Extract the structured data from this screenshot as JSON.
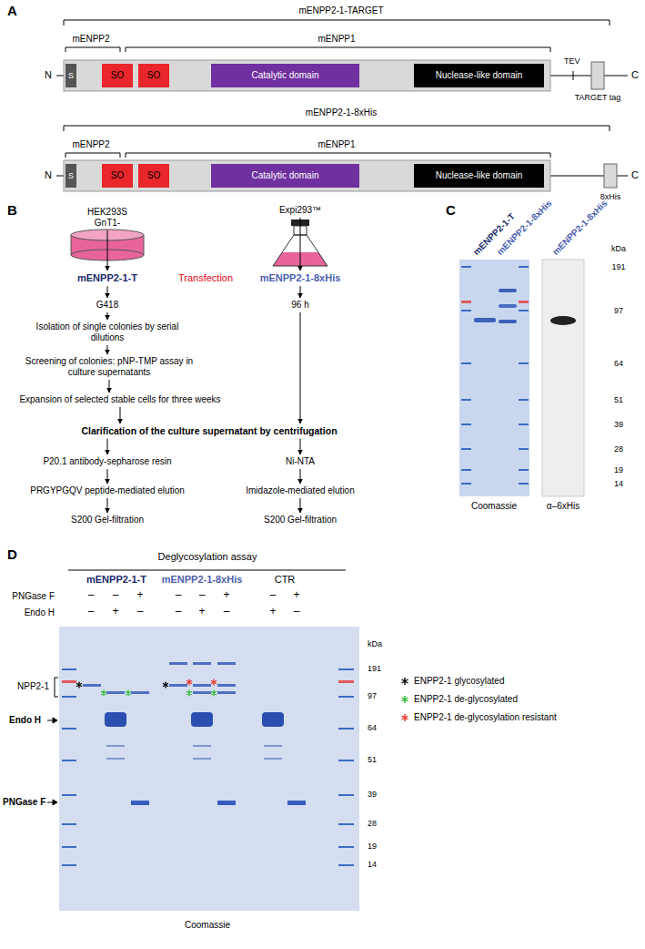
{
  "diagram": {
    "nodes": [
      {
        "text": [
          "S"
        ]
      },
      {
        "text": [
          "SO"
        ]
      },
      {
        "text": [
          "SO"
        ]
      },
      {
        "text": [
          "Catalytic domain"
        ]
      },
      {
        "text": [
          "Nuclease-like domain"
        ]
      },
      {
        "text": [
          "S"
        ]
      },
      {
        "text": [
          "SO"
        ]
      },
      {
        "text": [
          "SO"
        ]
      },
      {
        "text": [
          "Catalytic domain"
        ]
      },
      {
        "text": [
          "Nuclease-like domain"
        ]
      },
      {
        "text": [
          "HEK293S GnT1-"
        ]
      },
      {
        "text": [
          "Expi293™"
        ]
      },
      {
        "text": [
          "mENPP2-1-T"
        ]
      },
      {
        "text": [
          "mENPP2-1-8xHis"
        ]
      },
      {
        "text": [
          "G418"
        ]
      },
      {
        "text": [
          "96 h"
        ]
      },
      {
        "text": [
          "Isolation of single colonies by serial dilutions"
        ]
      },
      {
        "text": [
          "Screening of colonies: pNP-TMP assay in culture supernatants"
        ]
      },
      {
        "text": [
          "Expansion of selected stable cells for three weeks"
        ]
      },
      {
        "text": [
          "Clarification of the culture supernatant by centrifugation"
        ]
      },
      {
        "text": [
          "P20.1 antibody-sepharose resin"
        ]
      },
      {
        "text": [
          "Ni-NTA"
        ]
      },
      {
        "text": [
          "PRGYPGQV peptide-mediated elution"
        ]
      },
      {
        "text": [
          "Imidazole-mediated elution"
        ]
      },
      {
        "text": [
          "S200 Gel-filtration"
        ]
      },
      {
        "text": [
          "S200 Gel-filtration"
        ]
      }
    ],
    "edges": [
      {
        "from": 10,
        "to": 12,
        "arrow": "to"
      },
      {
        "from": 12,
        "to": 14,
        "arrow": "to"
      },
      {
        "from": 14,
        "to": 16,
        "arrow": "to"
      },
      {
        "from": 16,
        "to": 17,
        "arrow": "to"
      },
      {
        "from": 17,
        "to": 18,
        "arrow": "to"
      },
      {
        "from": 18,
        "to": 19,
        "arrow": "to"
      },
      {
        "from": 11,
        "to": 13,
        "arrow": "to"
      },
      {
        "from": 13,
        "to": 15,
        "arrow": "to"
      },
      {
        "from": 15,
        "to": 19,
        "arrow": "to"
      },
      {
        "from": 19,
        "to": 20,
        "arrow": "to"
      },
      {
        "from": 19,
        "to": 21,
        "arrow": "to"
      },
      {
        "from": 20,
        "to": 22,
        "arrow": "to"
      },
      {
        "from": 22,
        "to": 24,
        "arrow": "to"
      },
      {
        "from": 21,
        "to": 23,
        "arrow": "to"
      },
      {
        "from": 23,
        "to": 25,
        "arrow": "to"
      }
    ],
    "labels": [
      "A",
      "mENPP2-1-TARGET",
      "mENPP2",
      "mENPP1",
      "N",
      "TEV",
      "TARGET tag",
      "C",
      "mENPP2-1-8xHis",
      "mENPP2",
      "mENPP1",
      "N",
      "8xHis",
      "C",
      "B",
      "Transfection",
      "C",
      "mENPP2-1-T",
      "mENPP2-1-8xHis",
      "mENPP2-1-8xHis",
      "kDa",
      "191",
      "97",
      "64",
      "51",
      "39",
      "28",
      "19",
      "14",
      "Coomassie",
      "α–6xHis",
      "D",
      "Deglycosylation assay",
      "mENPP2-1-T",
      "mENPP2-1-8xHis",
      "CTR",
      "PNGase F",
      "Endo H",
      "–",
      "–",
      "+",
      "–",
      "–",
      "+",
      "–",
      "+",
      "–",
      "+",
      "–",
      "–",
      "+",
      "–",
      "+",
      "–",
      "NPP2-1",
      "Endo H",
      "PNGase F",
      "kDa",
      "191",
      "97",
      "64",
      "51",
      "39",
      "28",
      "19",
      "14",
      "Coomassie"
    ],
    "legend": [
      {
        "text": "ENPP2-1 glycosylated",
        "color": "#000000"
      },
      {
        "text": "ENPP2-1 de-glycosylated",
        "color": "#2eb82e"
      },
      {
        "text": "ENPP2-1 de-glycosylation resistant",
        "color": "#e8332a"
      }
    ]
  }
}
